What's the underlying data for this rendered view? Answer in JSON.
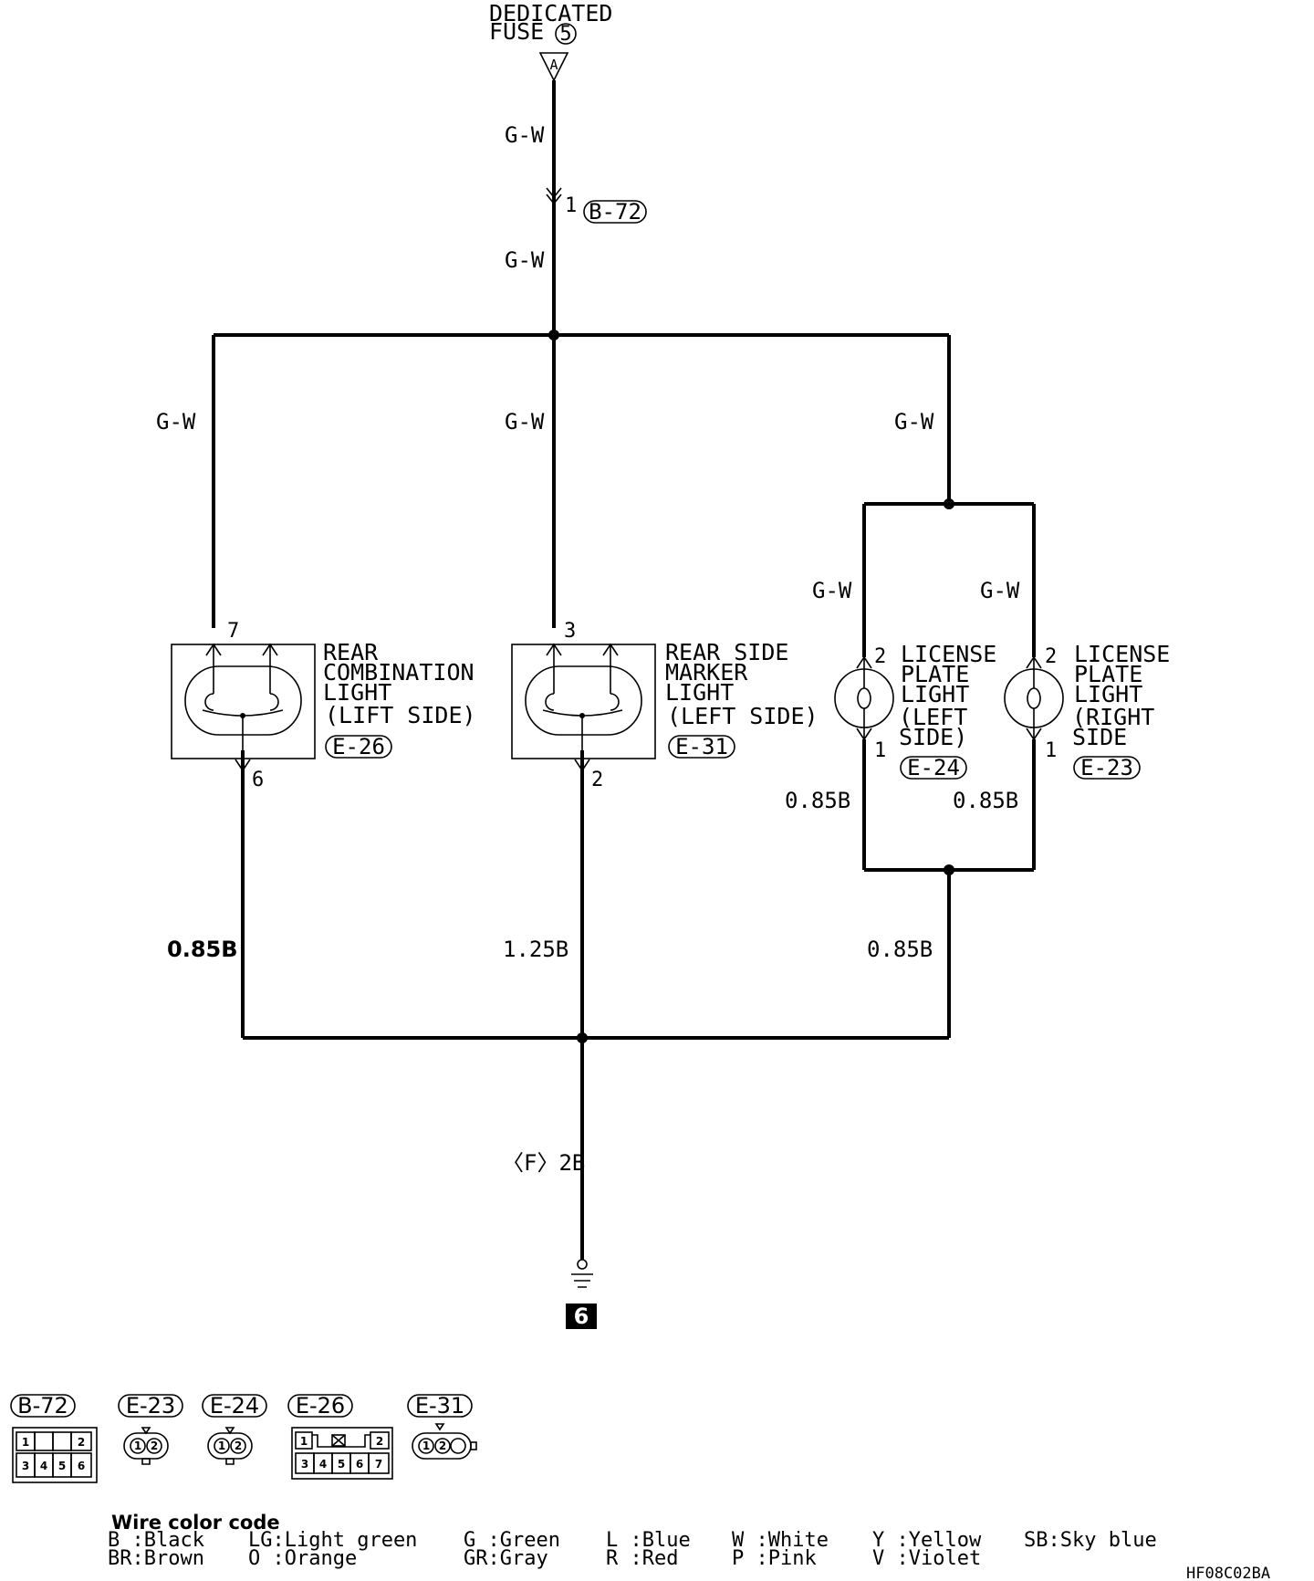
{
  "source": {
    "line1": "DEDICATED",
    "line2": "FUSE",
    "fuse_number": "5",
    "terminal": "A"
  },
  "wires": {
    "main_top": "G-W",
    "main_below_b72": "G-W",
    "branch_left": "G-W",
    "branch_center": "G-W",
    "branch_right": "G-W",
    "license_left": "G-W",
    "license_right": "G-W",
    "license_left_ground": "0.85B",
    "license_right_ground": "0.85B",
    "ground_left": "0.85B",
    "ground_center": "1.25B",
    "ground_right": "0.85B",
    "ground_main": "〈F〉2B"
  },
  "connector_b72": {
    "id": "B-72",
    "pin": "1"
  },
  "components": {
    "rear_combination": {
      "lines": [
        "REAR",
        "COMBINATION",
        "LIGHT",
        "(LIFT SIDE)"
      ],
      "connector": "E-26",
      "pin_top": "7",
      "pin_bottom": "6"
    },
    "rear_side_marker": {
      "lines": [
        "REAR SIDE",
        "MARKER",
        "LIGHT",
        "(LEFT SIDE)"
      ],
      "connector": "E-31",
      "pin_top": "3",
      "pin_bottom": "2"
    },
    "license_left": {
      "lines": [
        "LICENSE",
        "PLATE",
        "LIGHT",
        "(LEFT",
        "SIDE)"
      ],
      "connector": "E-24",
      "pin_top": "2",
      "pin_bottom": "1"
    },
    "license_right": {
      "lines": [
        "LICENSE",
        "PLATE",
        "LIGHT",
        "(RIGHT",
        "SIDE"
      ],
      "connector": "E-23",
      "pin_top": "2",
      "pin_bottom": "1"
    }
  },
  "ground": {
    "number": "6"
  },
  "connector_faces": [
    {
      "id": "B-72",
      "cells": [
        "1",
        "2",
        "3",
        "4",
        "5",
        "6"
      ]
    },
    {
      "id": "E-23",
      "cells": [
        "1",
        "2"
      ]
    },
    {
      "id": "E-24",
      "cells": [
        "1",
        "2"
      ]
    },
    {
      "id": "E-26",
      "cells": [
        "1",
        "2",
        "3",
        "4",
        "5",
        "6",
        "7"
      ]
    },
    {
      "id": "E-31",
      "cells": [
        "1",
        "2"
      ]
    }
  ],
  "legend": {
    "title": "Wire color code",
    "entries": [
      "B :Black",
      "BR:Brown",
      "LG:Light green",
      "O :Orange",
      "G :Green",
      "GR:Gray",
      "L :Blue",
      "R :Red",
      "W :White",
      "P :Pink",
      "Y :Yellow",
      "V :Violet",
      "SB:Sky blue"
    ]
  },
  "doc_code": "HF08C02BA"
}
